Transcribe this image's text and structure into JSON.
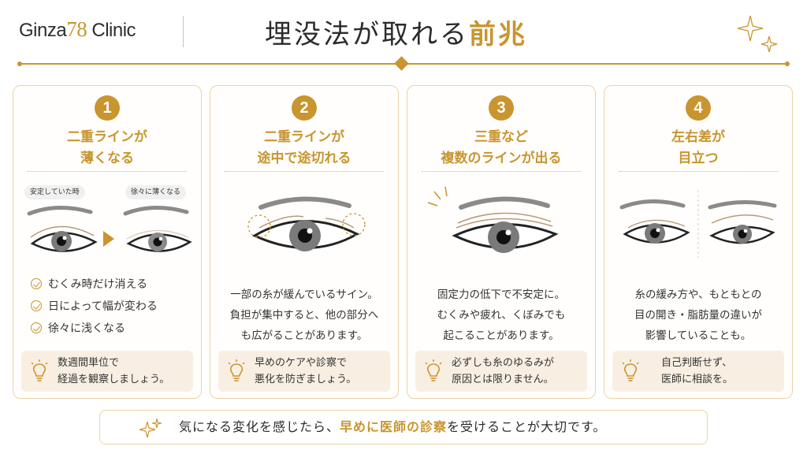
{
  "brand": {
    "name_prefix": "Ginza",
    "name_num": "78",
    "name_suffix": " Clinic"
  },
  "title": {
    "main": "埋没法が取れる",
    "highlight": "前兆"
  },
  "colors": {
    "accent": "#c9952f",
    "card_border": "#ecd3a4",
    "tip_bg": "#f8efe2"
  },
  "cards": [
    {
      "number": "1",
      "heading_line1": "二重ラインが",
      "heading_line2": "薄くなる",
      "chip_before": "安定していた時",
      "chip_after": "徐々に薄くなる",
      "checks": [
        "むくみ時だけ消える",
        "日によって幅が変わる",
        "徐々に浅くなる"
      ],
      "tip_line1": "数週間単位で",
      "tip_line2": "経過を観察しましょう。",
      "icon": "lightbulb-icon"
    },
    {
      "number": "2",
      "heading_line1": "二重ラインが",
      "heading_line2": "途中で途切れる",
      "body_lines": [
        "一部の糸が緩んでいるサイン。",
        "負担が集中すると、他の部分へ",
        "も広がることがあります。"
      ],
      "tip_line1": "早めのケアや診察で",
      "tip_line2": "悪化を防ぎましょう。",
      "icon": "lightbulb-icon"
    },
    {
      "number": "3",
      "heading_line1": "三重など",
      "heading_line2": "複数のラインが出る",
      "body_lines": [
        "固定力の低下で不安定に。",
        "むくみや疲れ、くぼみでも",
        "起こることがあります。"
      ],
      "tip_line1": "必ずしも糸のゆるみが",
      "tip_line2": "原因とは限りません。",
      "icon": "lightbulb-icon"
    },
    {
      "number": "4",
      "heading_line1": "左右差が",
      "heading_line2": "目立つ",
      "body_lines": [
        "糸の緩み方や、もともとの",
        "目の開き・脂肪量の違いが",
        "影響していることも。"
      ],
      "tip_line1": "自己判断せず、",
      "tip_line2": "医師に相談を。",
      "icon": "lightbulb-icon"
    }
  ],
  "footer": {
    "pre": "気になる変化を感じたら、",
    "highlight": "早めに医師の診察",
    "post": "を受けることが大切です。",
    "icon": "sparkle-icon"
  }
}
